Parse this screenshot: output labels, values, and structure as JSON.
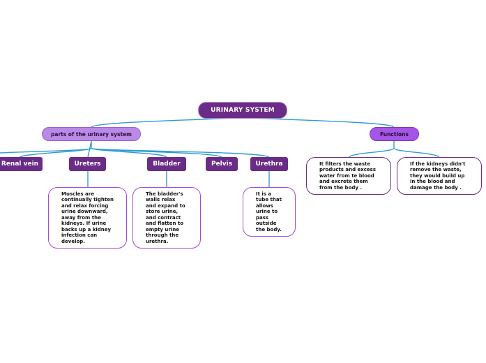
{
  "root": {
    "label": "URINARY SYSTEM"
  },
  "categories": {
    "parts": {
      "label": "parts of the  urinary system"
    },
    "functions": {
      "label": "Functions"
    }
  },
  "parts": {
    "renal_vein": {
      "label": "Renal vein"
    },
    "ureters": {
      "label": "Ureters",
      "note": "Muscles are\ncontinually tighten\nand relax forcing\nurine downward,\naway from the\nkidneys. If urine\nbacks up a kidney\ninfection can\ndevelop."
    },
    "bladder": {
      "label": "Bladder",
      "note": "The bladder's\nwalls relax\nand expand to\nstore urine,\nand contract\nand flatten to\nempty urine\nthrough the\nurethra."
    },
    "pelvis": {
      "label": "Pelvis"
    },
    "urethra": {
      "label": "Urethra",
      "note": "It is a\ntube that\nallows\nurine to\npass\noutside\nthe body."
    }
  },
  "functions": [
    {
      "text": "It filters the waste\nproducts and excess\nwater from te blood\nand excrete them\nfrom the body ."
    },
    {
      "text": "If the kidneys didn't\nremove the waste,\nthey would build up\nin the blood and\ndamage the body ."
    }
  ],
  "colors": {
    "root": "#6a2c86",
    "parts_category": "#b98ae6",
    "functions_category": "#a655e6",
    "connector": "#2d9bd6",
    "note_border": "#a349d6"
  }
}
